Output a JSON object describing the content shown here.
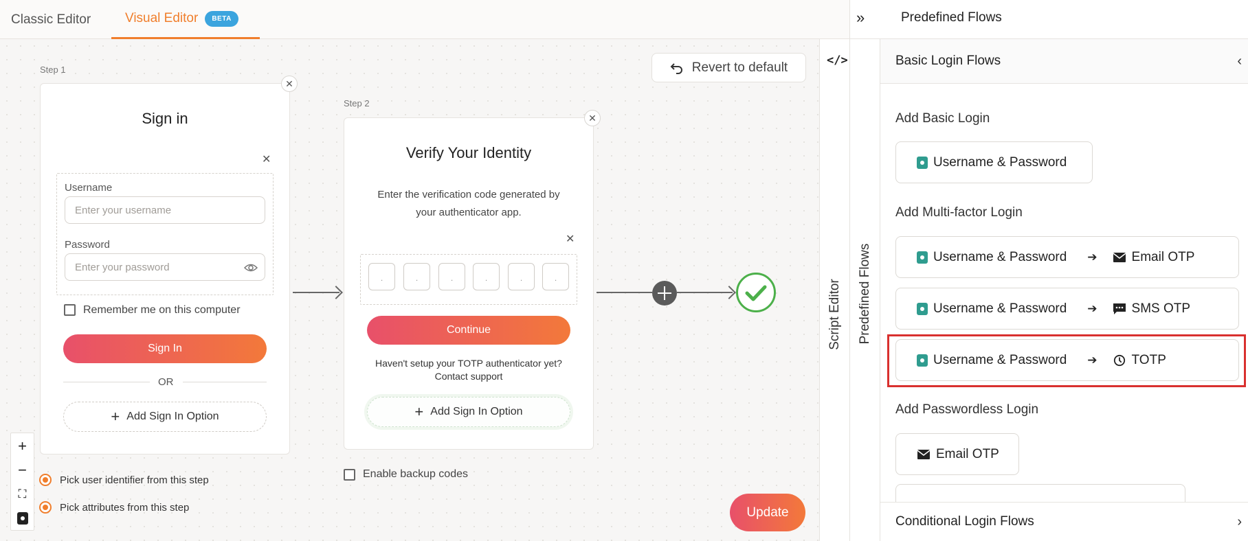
{
  "tabs": {
    "classic": "Classic Editor",
    "visual": "Visual Editor",
    "beta": "BETA"
  },
  "toolbar": {
    "revert": "Revert to default"
  },
  "step1": {
    "label": "Step 1",
    "title": "Sign in",
    "username_label": "Username",
    "username_placeholder": "Enter your username",
    "password_label": "Password",
    "password_placeholder": "Enter your password",
    "remember": "Remember me on this computer",
    "signin_button": "Sign In",
    "or": "OR",
    "add_option": "Add Sign In Option"
  },
  "step2": {
    "label": "Step 2",
    "title": "Verify Your Identity",
    "desc_line1": "Enter the verification code generated by",
    "desc_line2": "your authenticator app.",
    "otp_placeholder": ".",
    "continue_button": "Continue",
    "help_line1": "Haven't setup your TOTP authenticator yet?",
    "help_line2": "Contact support",
    "add_option": "Add Sign In Option",
    "backup_codes": "Enable backup codes"
  },
  "options": {
    "pick_identifier": "Pick user identifier from this step",
    "pick_attributes": "Pick attributes from this step"
  },
  "update_button": "Update",
  "side": {
    "script_editor": "Script Editor",
    "predefined_flows": "Predefined Flows"
  },
  "panel": {
    "title": "Predefined Flows",
    "basic_section": "Basic Login Flows",
    "add_basic": "Add Basic Login",
    "basic_items": [
      {
        "label": "Username & Password",
        "icon": "lock-icon"
      }
    ],
    "add_mfa": "Add Multi-factor Login",
    "mfa_items": [
      {
        "first": "Username & Password",
        "second": "Email OTP",
        "icon": "mail-icon"
      },
      {
        "first": "Username & Password",
        "second": "SMS OTP",
        "icon": "sms-icon"
      },
      {
        "first": "Username & Password",
        "second": "TOTP",
        "icon": "clock-icon"
      }
    ],
    "add_passwordless": "Add Passwordless Login",
    "passwordless_items": [
      {
        "label": "Email OTP",
        "icon": "mail-icon"
      }
    ],
    "conditional_section": "Conditional Login Flows"
  },
  "colors": {
    "accent": "#f07e2c",
    "brand_gradient_start": "#e8506a",
    "brand_gradient_end": "#f3793a",
    "success": "#4cb04a",
    "highlight": "#d9302e",
    "beta": "#3ba4de"
  }
}
